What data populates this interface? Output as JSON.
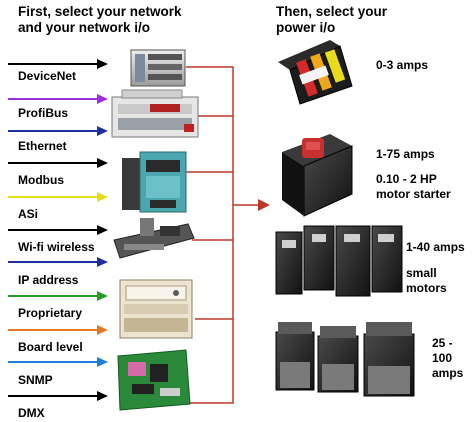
{
  "headings": {
    "left": "First, select your network\nand your network i/o",
    "right": "Then, select your\npower i/o"
  },
  "network_options": [
    {
      "label": "DeviceNet",
      "arrow_color": "#000000"
    },
    {
      "label": "ProfiBus",
      "arrow_color": "#9b30d6"
    },
    {
      "label": "Ethernet",
      "arrow_color": "#1e2fa0"
    },
    {
      "label": "Modbus",
      "arrow_color": "#000000"
    },
    {
      "label": "ASi",
      "arrow_color": "#e8dc1a"
    },
    {
      "label": "Wi-fi wireless",
      "arrow_color": "#000000"
    },
    {
      "label": "IP address",
      "arrow_color": "#1e2fa0"
    },
    {
      "label": "Proprietary",
      "arrow_color": "#2a9c2a"
    },
    {
      "label": "Board level",
      "arrow_color": "#e07a26"
    },
    {
      "label": "SNMP",
      "arrow_color": "#1f7fd8"
    },
    {
      "label": "DMX",
      "arrow_color": "#000000"
    }
  ],
  "power_options": [
    {
      "label": "0-3 amps"
    },
    {
      "label": "1-75 amps"
    },
    {
      "label": "0.10 - 2 HP\nmotor starter"
    },
    {
      "label": "1-40 amps"
    },
    {
      "label": "small\nmotors"
    },
    {
      "label": "25 -\n100\namps"
    }
  ],
  "colors": {
    "connector_lines": "#b83a26",
    "background": "#ffffff"
  }
}
